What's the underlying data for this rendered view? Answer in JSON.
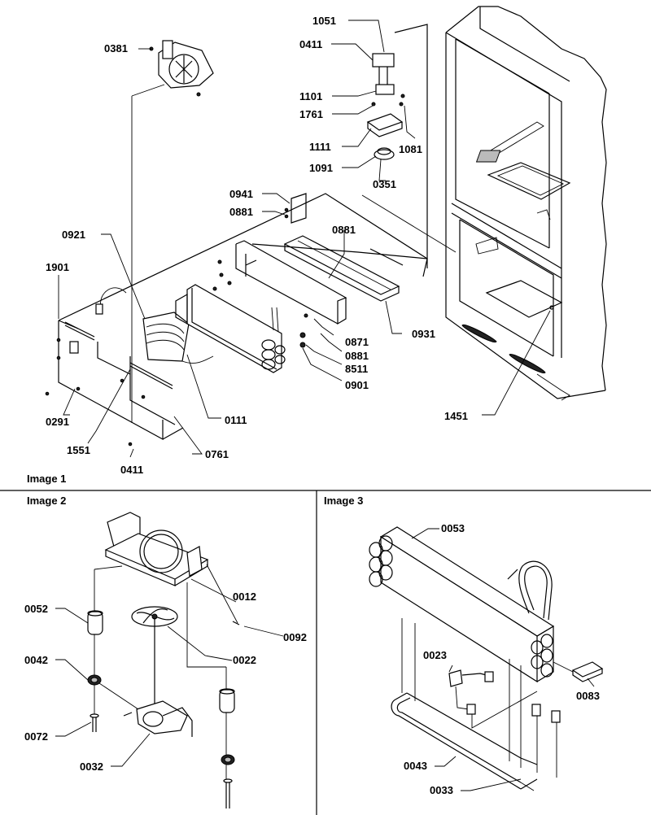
{
  "titles": {
    "image1": "Image 1",
    "image2": "Image 2",
    "image3": "Image 3"
  },
  "image1_labels": {
    "p0381": "0381",
    "p1051": "1051",
    "p0411a": "0411",
    "p1101": "1101",
    "p1761": "1761",
    "p1111": "1111",
    "p1091": "1091",
    "p1081": "1081",
    "p0351": "0351",
    "p0941": "0941",
    "p0881a": "0881",
    "p0921": "0921",
    "p0881b": "0881",
    "p1901": "1901",
    "p0871": "0871",
    "p0931": "0931",
    "p0881c": "0881",
    "p8511": "8511",
    "p0901": "0901",
    "p0111": "0111",
    "p0291": "0291",
    "p1451": "1451",
    "p1551": "1551",
    "p0761": "0761",
    "p0411b": "0411"
  },
  "image2_labels": {
    "p0012": "0012",
    "p0052": "0052",
    "p0092": "0092",
    "p0022": "0022",
    "p0042": "0042",
    "p0072": "0072",
    "p0032": "0032"
  },
  "image3_labels": {
    "p0053": "0053",
    "p0023": "0023",
    "p0083": "0083",
    "p0043": "0043",
    "p0033": "0033"
  }
}
